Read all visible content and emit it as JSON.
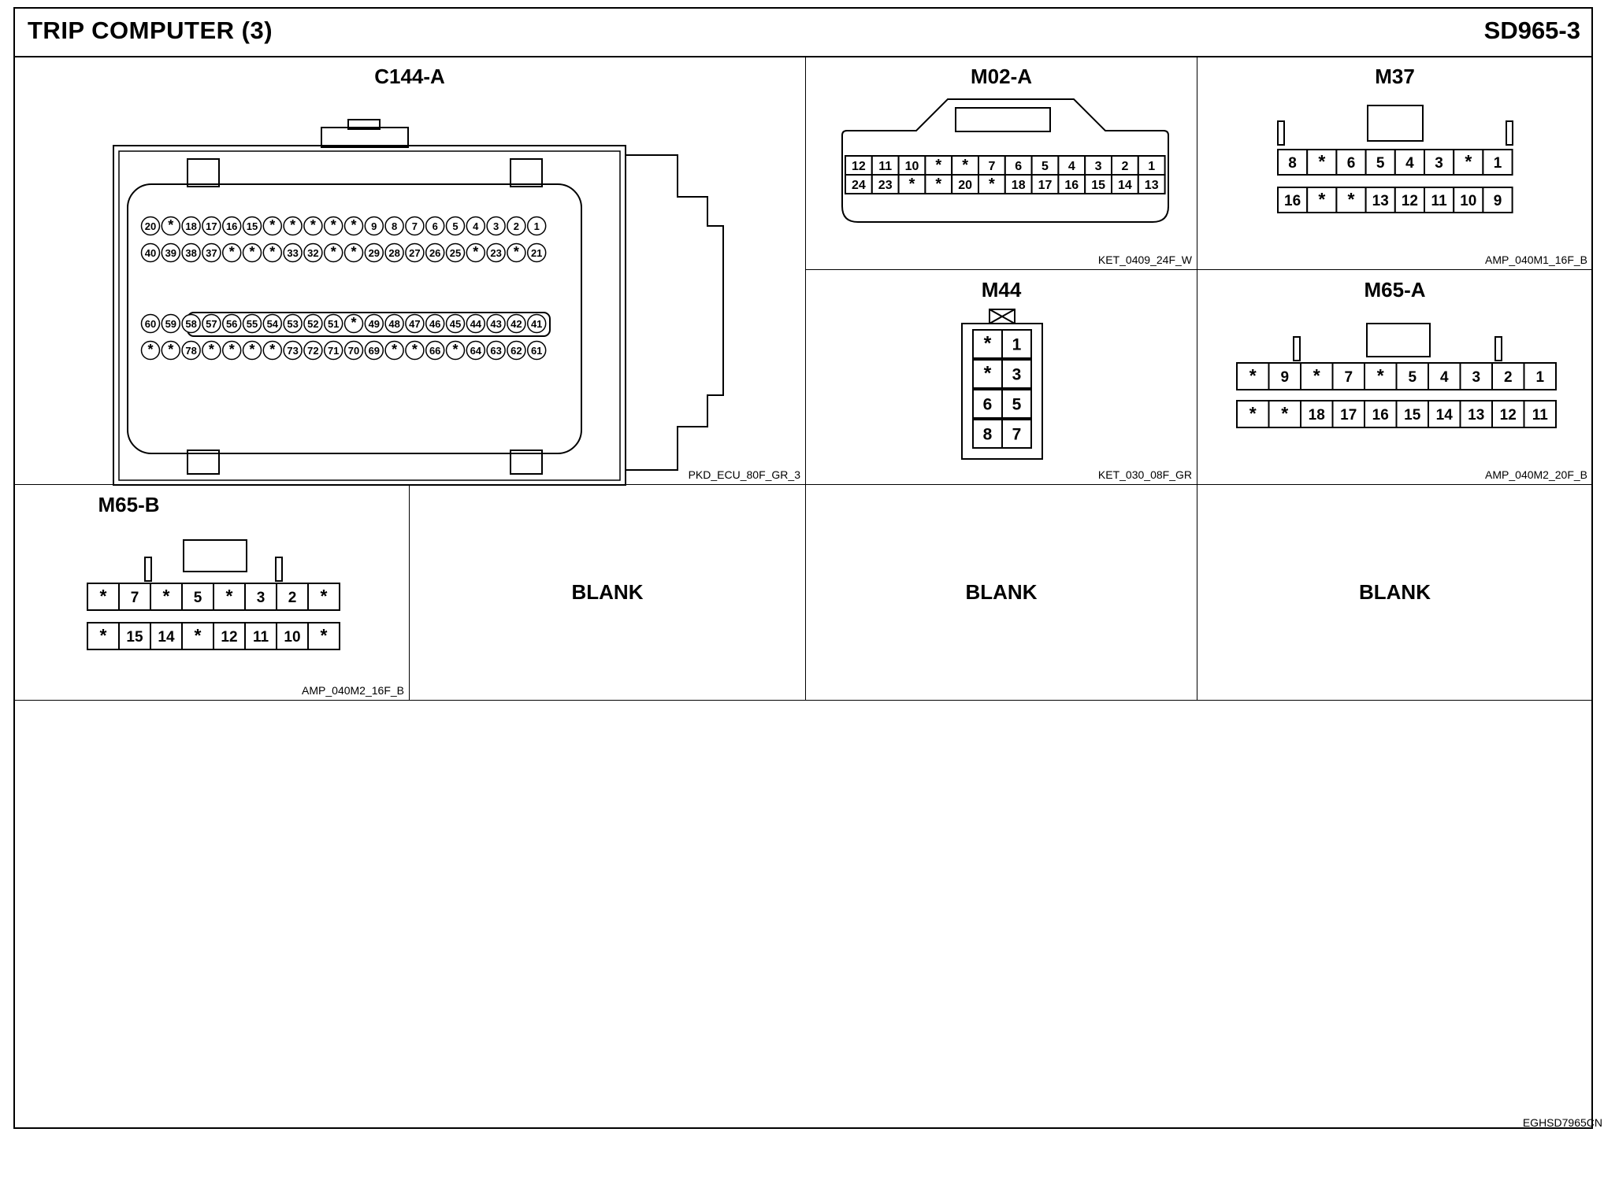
{
  "header": {
    "title": "TRIP COMPUTER (3)",
    "code": "SD965-3"
  },
  "footer": {
    "image_code": "EGHSD7965CN"
  },
  "connectors": {
    "c144a": {
      "name": "C144-A",
      "ref": "PKD_ECU_80F_GR_3",
      "rows": [
        [
          "20",
          "*",
          "18",
          "17",
          "16",
          "15",
          "*",
          "*",
          "*",
          "*",
          "*",
          "9",
          "8",
          "7",
          "6",
          "5",
          "4",
          "3",
          "2",
          "1"
        ],
        [
          "40",
          "39",
          "38",
          "37",
          "*",
          "*",
          "*",
          "33",
          "32",
          "*",
          "*",
          "29",
          "28",
          "27",
          "26",
          "25",
          "*",
          "23",
          "*",
          "21"
        ],
        [
          "60",
          "59",
          "58",
          "57",
          "56",
          "55",
          "54",
          "53",
          "52",
          "51",
          "*",
          "49",
          "48",
          "47",
          "46",
          "45",
          "44",
          "43",
          "42",
          "41"
        ],
        [
          "*",
          "*",
          "78",
          "*",
          "*",
          "*",
          "*",
          "73",
          "72",
          "71",
          "70",
          "69",
          "*",
          "*",
          "66",
          "*",
          "64",
          "63",
          "62",
          "61"
        ]
      ]
    },
    "m02a": {
      "name": "M02-A",
      "ref": "KET_0409_24F_W",
      "rows": [
        [
          "12",
          "11",
          "10",
          "*",
          "*",
          "7",
          "6",
          "5",
          "4",
          "3",
          "2",
          "1"
        ],
        [
          "24",
          "23",
          "*",
          "*",
          "20",
          "*",
          "18",
          "17",
          "16",
          "15",
          "14",
          "13"
        ]
      ]
    },
    "m37": {
      "name": "M37",
      "ref": "AMP_040M1_16F_B",
      "rows": [
        [
          "8",
          "*",
          "6",
          "5",
          "4",
          "3",
          "*",
          "1"
        ],
        [
          "16",
          "*",
          "*",
          "13",
          "12",
          "11",
          "10",
          "9"
        ]
      ]
    },
    "m44": {
      "name": "M44",
      "ref": "KET_030_08F_GR",
      "rows": [
        [
          "*",
          "1"
        ],
        [
          "*",
          "3"
        ],
        [
          "6",
          "5"
        ],
        [
          "8",
          "7"
        ]
      ]
    },
    "m65a": {
      "name": "M65-A",
      "ref": "AMP_040M2_20F_B",
      "rows": [
        [
          "*",
          "9",
          "*",
          "7",
          "*",
          "5",
          "4",
          "3",
          "2",
          "1"
        ],
        [
          "*",
          "*",
          "18",
          "17",
          "16",
          "15",
          "14",
          "13",
          "12",
          "11"
        ]
      ]
    },
    "m65b": {
      "name": "M65-B",
      "ref": "AMP_040M2_16F_B",
      "rows": [
        [
          "*",
          "7",
          "*",
          "5",
          "*",
          "3",
          "2",
          "*"
        ],
        [
          "*",
          "15",
          "14",
          "*",
          "12",
          "11",
          "10",
          "*"
        ]
      ]
    }
  },
  "blanks": {
    "label": "BLANK"
  }
}
